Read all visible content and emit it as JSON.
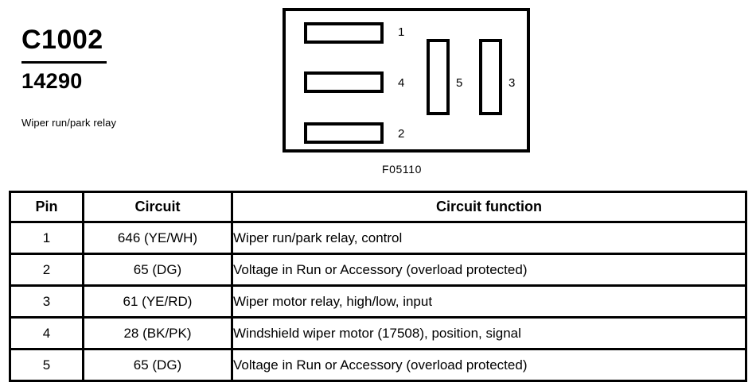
{
  "header": {
    "connector_code": "C1002",
    "part_number": "14290",
    "description": "Wiper run/park relay"
  },
  "diagram": {
    "caption": "F05110",
    "slots": [
      {
        "name": "slot-pin-1",
        "label": "1",
        "orientation": "horizontal"
      },
      {
        "name": "slot-pin-4",
        "label": "4",
        "orientation": "horizontal"
      },
      {
        "name": "slot-pin-2",
        "label": "2",
        "orientation": "horizontal"
      },
      {
        "name": "slot-pin-5",
        "label": "5",
        "orientation": "vertical"
      },
      {
        "name": "slot-pin-3",
        "label": "3",
        "orientation": "vertical"
      }
    ]
  },
  "table": {
    "columns": [
      "Pin",
      "Circuit",
      "Circuit function"
    ],
    "rows": [
      {
        "pin": "1",
        "circuit": "646 (YE/WH)",
        "function": "Wiper run/park relay, control"
      },
      {
        "pin": "2",
        "circuit": "65 (DG)",
        "function": "Voltage in Run or Accessory (overload protected)"
      },
      {
        "pin": "3",
        "circuit": "61 (YE/RD)",
        "function": "Wiper motor relay, high/low, input"
      },
      {
        "pin": "4",
        "circuit": "28 (BK/PK)",
        "function": "Windshield wiper motor (17508), position, signal"
      },
      {
        "pin": "5",
        "circuit": "65 (DG)",
        "function": "Voltage in Run or Accessory (overload protected)"
      }
    ]
  },
  "colors": {
    "ink": "#000000",
    "paper": "#ffffff"
  }
}
